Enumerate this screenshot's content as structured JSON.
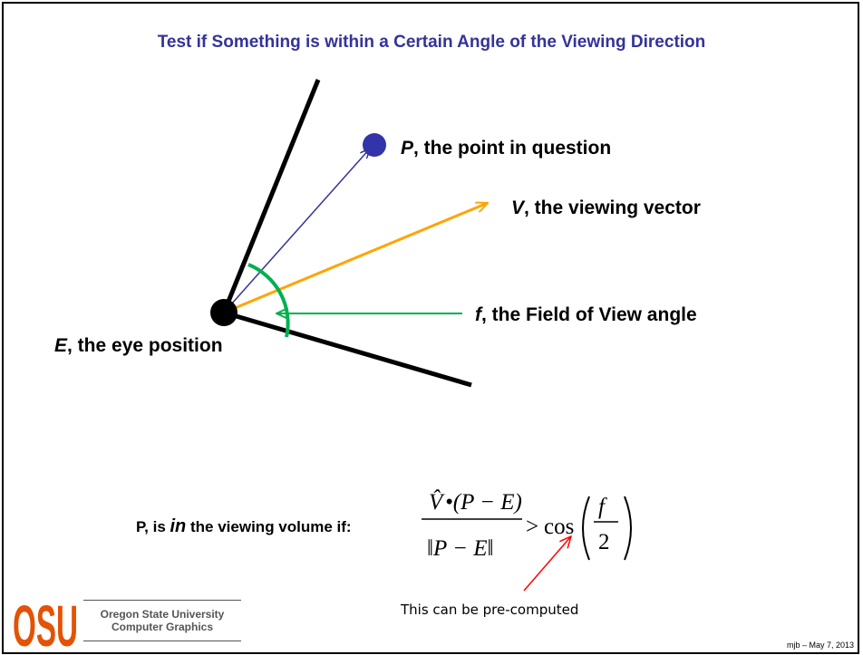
{
  "slide": {
    "title": "Test if Something is within a Certain Angle of the Viewing Direction"
  },
  "labels": {
    "p_sym": "P",
    "p_text": ", the point in question",
    "v_sym": "V",
    "v_text": ", the viewing vector",
    "f_sym": "f",
    "f_text": ", the Field of View angle",
    "e_sym": "E",
    "e_text": ", the eye position"
  },
  "condition": {
    "prefix": "P, is ",
    "emph": "in",
    "suffix": " the viewing volume if:",
    "numerator_vhat": "V̂",
    "numerator_rest": "•(P − E)",
    "denominator": "‖P − E‖",
    "gt": ">",
    "cos": "cos",
    "f": "f",
    "two": "2"
  },
  "note": "This can be pre-computed",
  "footer": {
    "logo_text": "OSU",
    "org_line1": "Oregon State University",
    "org_line2": "Computer Graphics",
    "stamp": "mjb – May 7, 2013"
  },
  "colors": {
    "title": "#33339a",
    "point": "#3333aa",
    "p_vector": "#333399",
    "view_vector": "#ffa500",
    "fov": "#00b050",
    "arrow_note": "#ff0000",
    "logo": "#e35205"
  }
}
